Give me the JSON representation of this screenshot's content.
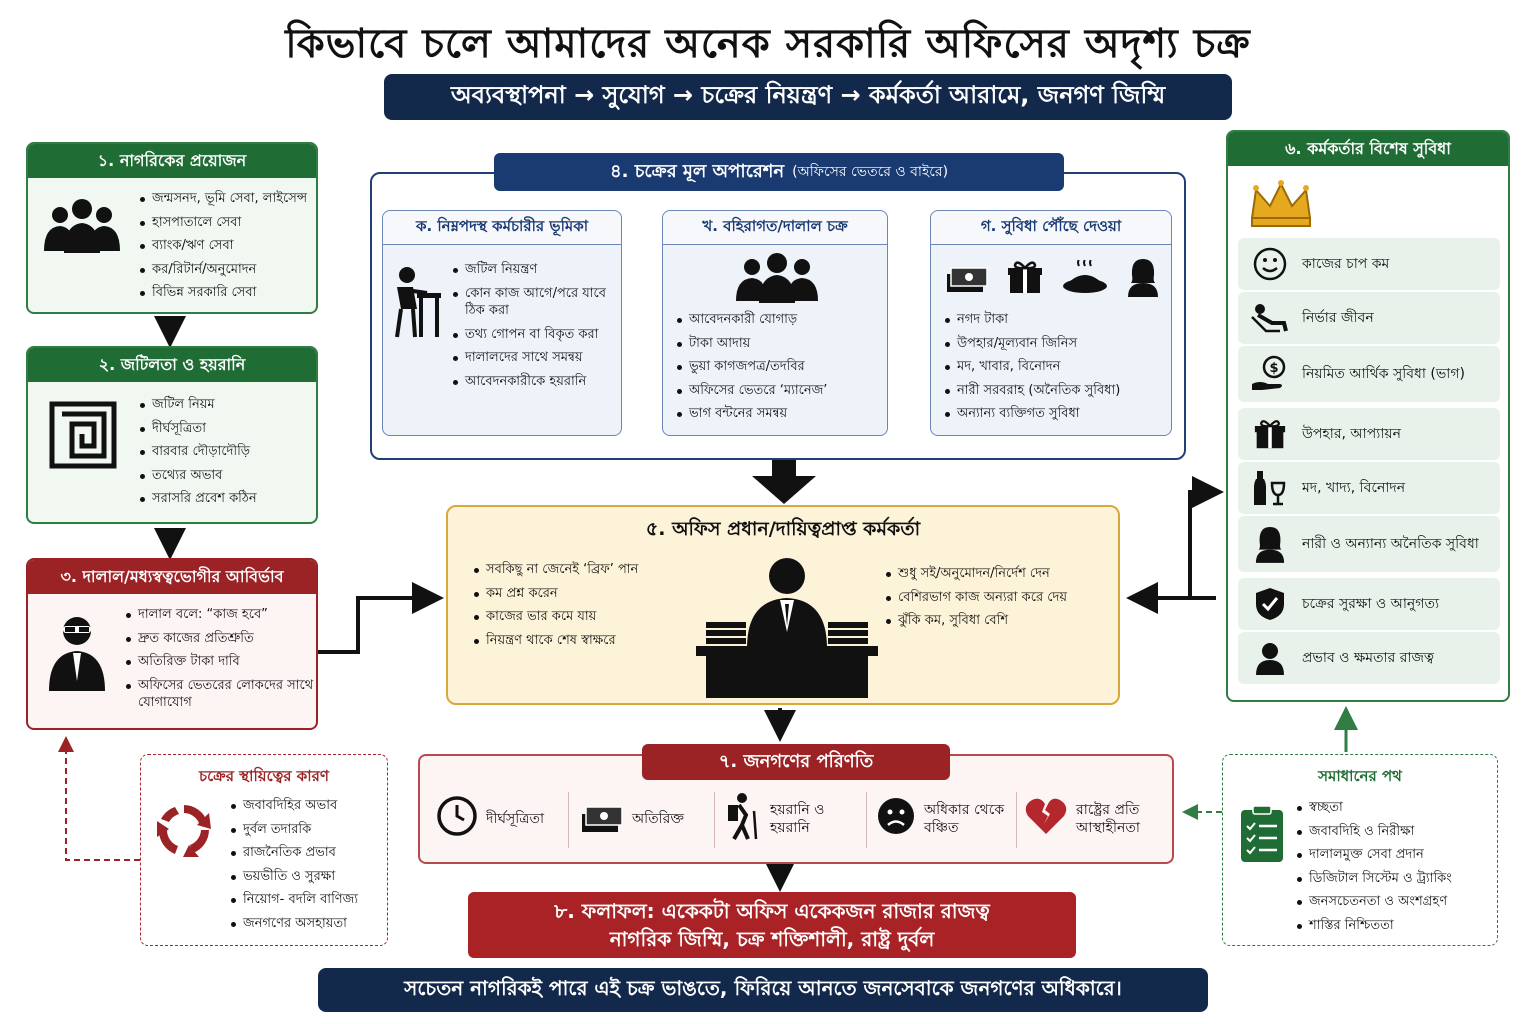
{
  "title": "কিভাবে চলে আমাদের অনেক সরকারি অফিসের অদৃশ্য চক্র",
  "subtitle": "অব্যবস্থাপনা → সুযোগ → চক্রের নিয়ন্ত্রণ → কর্মকর্তা আরামে, জনগণ জিম্মি",
  "s1": {
    "title": "১. নাগরিকের প্রয়োজন",
    "items": [
      "জন্মসনদ, ভূমি সেবা, লাইসেন্স",
      "হাসপাতালে সেবা",
      "ব্যাংক/ঋণ সেবা",
      "কর/রিটার্ন/অনুমোদন",
      "বিভিন্ন সরকারি সেবা"
    ]
  },
  "s2": {
    "title": "২. জটিলতা ও হয়রানি",
    "items": [
      "জটিল নিয়ম",
      "দীর্ঘসূত্রিতা",
      "বারবার দৌড়াদৌড়ি",
      "তথ্যের অভাব",
      "সরাসরি প্রবেশ কঠিন"
    ]
  },
  "s3": {
    "title": "৩. দালাল/মধ্যস্বত্বভোগীর আবির্ভাব",
    "items": [
      "দালাল বলে: “কাজ হবে”",
      "দ্রুত কাজের প্রতিশ্রুতি",
      "অতিরিক্ত টাকা দাবি",
      "অফিসের ভেতরের লোকদের সাথে যোগাযোগ"
    ]
  },
  "s4": {
    "title": "৪. চক্রের মূল অপারেশন",
    "title_sub": "(অফিসের ভেতরে ও বাইরে)",
    "a": {
      "title": "ক. নিম্নপদস্থ কর্মচারীর ভূমিকা",
      "items": [
        "জটিল নিয়ন্ত্রণ",
        "কোন কাজ আগে/পরে যাবে ঠিক করা",
        "তথ্য গোপন বা বিকৃত করা",
        "দালালদের সাথে সমন্বয়",
        "আবেদনকারীকে হয়রানি"
      ]
    },
    "b": {
      "title": "খ. বহিরাগত/দালাল চক্র",
      "items": [
        "আবেদনকারী যোগাড়",
        "টাকা আদায়",
        "ভুয়া কাগজপত্র/তদবির",
        "অফিসের ভেতরে ‘ম্যানেজ’",
        "ভাগ বন্টনের সমন্বয়"
      ]
    },
    "c": {
      "title": "গ. সুবিধা পৌঁছে দেওয়া",
      "items": [
        "নগদ টাকা",
        "উপহার/মূল্যবান জিনিস",
        "মদ, খাবার, বিনোদন",
        "নারী সরবরাহ (অনৈতিক সুবিধা)",
        "অন্যান্য ব্যক্তিগত সুবিধা"
      ]
    }
  },
  "s5": {
    "title": "৫. অফিস প্রধান/দায়িত্বপ্রাপ্ত কর্মকর্তা",
    "left_items": [
      "সবকিছু না জেনেই ‘ব্রিফ’ পান",
      "কম প্রশ্ন করেন",
      "কাজের ভার কমে যায়",
      "নিয়ন্ত্রণ থাকে শেষ স্বাক্ষরে"
    ],
    "right_items": [
      "শুধু সই/অনুমোদন/নির্দেশ দেন",
      "বেশিরভাগ কাজ অন্যরা করে দেয়",
      "ঝুঁকি কম, সুবিধা বেশি"
    ]
  },
  "s6": {
    "title": "৬. কর্মকর্তার বিশেষ সুবিধা",
    "items": [
      {
        "icon": "smile-icon",
        "text": "কাজের চাপ কম"
      },
      {
        "icon": "reclining-person-icon",
        "text": "নির্ভার জীবন"
      },
      {
        "icon": "money-hand-icon",
        "text": "নিয়মিত আর্থিক সুবিধা (ভাগ)"
      },
      {
        "icon": "gift-icon",
        "text": "উপহার, আপ্যায়ন"
      },
      {
        "icon": "wine-icon",
        "text": "মদ, খাদ্য, বিনোদন"
      },
      {
        "icon": "woman-icon",
        "text": "নারী ও অন্যান্য অনৈতিক সুবিধা"
      },
      {
        "icon": "shield-check-icon",
        "text": "চক্রের সুরক্ষা ও আনুগত্য"
      },
      {
        "icon": "person-icon",
        "text": "প্রভাব ও ক্ষমতার রাজত্ব"
      }
    ]
  },
  "s7": {
    "title": "৭. জনগণের পরিণতি",
    "items": [
      {
        "icon": "clock-icon",
        "text": "দীর্ঘসূত্রিতা"
      },
      {
        "icon": "money-stack-icon",
        "text": "অতিরিক্ত"
      },
      {
        "icon": "hiker-icon",
        "text": "হয়রানি ও হয়রানি"
      },
      {
        "icon": "sad-face-icon",
        "text": "অধিকার থেকে বঞ্চিত"
      },
      {
        "icon": "broken-heart-icon",
        "text": "রাষ্ট্রের প্রতি আস্থাহীনতা"
      }
    ]
  },
  "s8": {
    "line1": "৮. ফলাফল: একেকটা অফিস একেকজন রাজার রাজত্ব",
    "line2": "নাগরিক জিম্মি, চক্র শক্তিশালী, রাষ্ট্র দুর্বল"
  },
  "reasons": {
    "title": "চক্রের স্থায়িত্বের কারণ",
    "items": [
      "জবাবদিহির অভাব",
      "দুর্বল তদারকি",
      "রাজনৈতিক প্রভাব",
      "ভয়ভীতি ও সুরক্ষা",
      "নিয়োগ- বদলি বাণিজ্য",
      "জনগণের অসহায়তা"
    ]
  },
  "solutions": {
    "title": "সমাধানের পথ",
    "items": [
      "স্বচ্ছতা",
      "জবাবদিহি ও নিরীক্ষা",
      "দালালমুক্ত সেবা প্রদান",
      "ডিজিটাল সিস্টেম ও ট্র্যাকিং",
      "জনসচেতনতা ও অংশগ্রহণ",
      "শাস্তির নিশ্চিততা"
    ]
  },
  "footer": "সচেতন নাগরিকই পারে এই চক্র ভাঙতে, ফিরিয়ে আনতে জনসেবাকে জনগণের অধিকারে।",
  "colors": {
    "navy": "#13294b",
    "green": "#1f6d35",
    "red": "#9b2326",
    "gold": "#d9a73c"
  }
}
